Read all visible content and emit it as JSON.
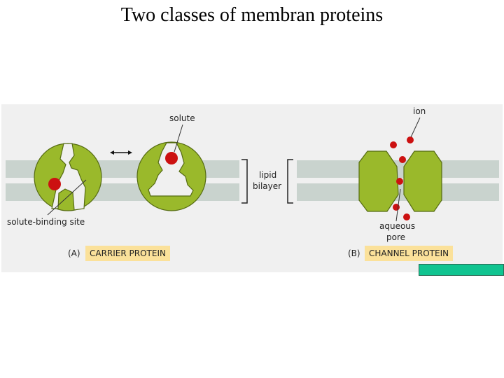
{
  "title": "Two classes of membran proteins",
  "diagram": {
    "labels": {
      "solute": "solute",
      "ion": "ion",
      "lipid": "lipid",
      "bilayer": "bilayer",
      "solute_binding_site": "solute-binding site",
      "aqueous": "aqueous",
      "pore": "pore"
    },
    "panels": {
      "a_letter": "(A)",
      "a_name": "CARRIER PROTEIN",
      "b_letter": "(B)",
      "b_name": "CHANNEL PROTEIN"
    },
    "colors": {
      "protein": "#9ab92b",
      "protein_outline": "#556b12",
      "membrane": "#c9d3ce",
      "solute": "#cc1111",
      "panel_box": "#fbe19a",
      "accent": "#10c490"
    }
  }
}
